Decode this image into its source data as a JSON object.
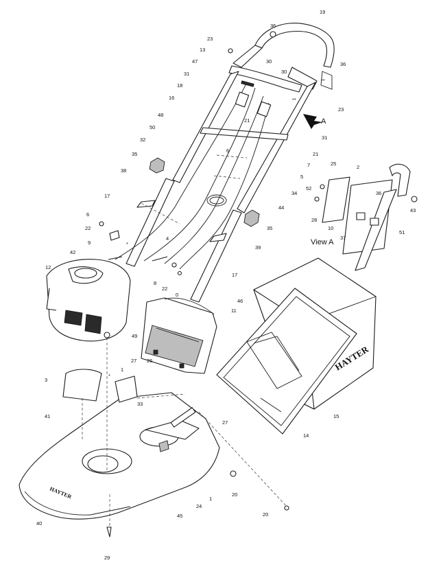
{
  "view_label": "View A",
  "arrow_label": "A",
  "brand_text": "HAYTER",
  "part_numbers": [
    {
      "id": "p19",
      "text": "19"
    },
    {
      "id": "p36a",
      "text": "36"
    },
    {
      "id": "p23a",
      "text": "23"
    },
    {
      "id": "p13",
      "text": "13"
    },
    {
      "id": "p47",
      "text": "47"
    },
    {
      "id": "p30a",
      "text": "30"
    },
    {
      "id": "p36b",
      "text": "36"
    },
    {
      "id": "p31a",
      "text": "31"
    },
    {
      "id": "p30b",
      "text": "30"
    },
    {
      "id": "p18",
      "text": "18"
    },
    {
      "id": "p16",
      "text": "16"
    },
    {
      "id": "p23b",
      "text": "23"
    },
    {
      "id": "p48",
      "text": "48"
    },
    {
      "id": "p21a",
      "text": "21"
    },
    {
      "id": "p50",
      "text": "50"
    },
    {
      "id": "p32",
      "text": "32"
    },
    {
      "id": "p31b",
      "text": "31"
    },
    {
      "id": "p6a",
      "text": "6"
    },
    {
      "id": "p35a",
      "text": "35"
    },
    {
      "id": "p21b",
      "text": "21"
    },
    {
      "id": "p7",
      "text": "7"
    },
    {
      "id": "p25",
      "text": "25"
    },
    {
      "id": "p2",
      "text": "2"
    },
    {
      "id": "p38",
      "text": "38"
    },
    {
      "id": "p5",
      "text": "5"
    },
    {
      "id": "p52",
      "text": "52"
    },
    {
      "id": "p34",
      "text": "34"
    },
    {
      "id": "p36c",
      "text": "36"
    },
    {
      "id": "p17a",
      "text": "17"
    },
    {
      "id": "p44",
      "text": "44"
    },
    {
      "id": "p43",
      "text": "43"
    },
    {
      "id": "p6b",
      "text": "6"
    },
    {
      "id": "p28",
      "text": "28"
    },
    {
      "id": "p22a",
      "text": "22"
    },
    {
      "id": "p35b",
      "text": "35"
    },
    {
      "id": "p10",
      "text": "10"
    },
    {
      "id": "p51",
      "text": "51"
    },
    {
      "id": "p4",
      "text": "4"
    },
    {
      "id": "p37",
      "text": "37"
    },
    {
      "id": "p9",
      "text": "9"
    },
    {
      "id": "p39",
      "text": "39"
    },
    {
      "id": "p42",
      "text": "42"
    },
    {
      "id": "p12",
      "text": "12"
    },
    {
      "id": "p17b",
      "text": "17"
    },
    {
      "id": "p8",
      "text": "8"
    },
    {
      "id": "p22b",
      "text": "22"
    },
    {
      "id": "p0",
      "text": "0"
    },
    {
      "id": "p46",
      "text": "46"
    },
    {
      "id": "p11",
      "text": "11"
    },
    {
      "id": "p49",
      "text": "49"
    },
    {
      "id": "p27a",
      "text": "27"
    },
    {
      "id": "p26",
      "text": "26"
    },
    {
      "id": "p1a",
      "text": "1"
    },
    {
      "id": "p3",
      "text": "3"
    },
    {
      "id": "p33",
      "text": "33"
    },
    {
      "id": "p41",
      "text": "41"
    },
    {
      "id": "p15",
      "text": "15"
    },
    {
      "id": "p27b",
      "text": "27"
    },
    {
      "id": "p14",
      "text": "14"
    },
    {
      "id": "p20a",
      "text": "20"
    },
    {
      "id": "p1b",
      "text": "1"
    },
    {
      "id": "p24",
      "text": "24"
    },
    {
      "id": "p45",
      "text": "45"
    },
    {
      "id": "p20b",
      "text": "20"
    },
    {
      "id": "p40",
      "text": "40"
    },
    {
      "id": "p29",
      "text": "29"
    }
  ],
  "annotations": [
    {
      "id": "star1",
      "text": "*"
    },
    {
      "id": "star2",
      "text": "*"
    },
    {
      "id": "dstar1",
      "text": "**"
    },
    {
      "id": "dstar2",
      "text": "**"
    }
  ]
}
